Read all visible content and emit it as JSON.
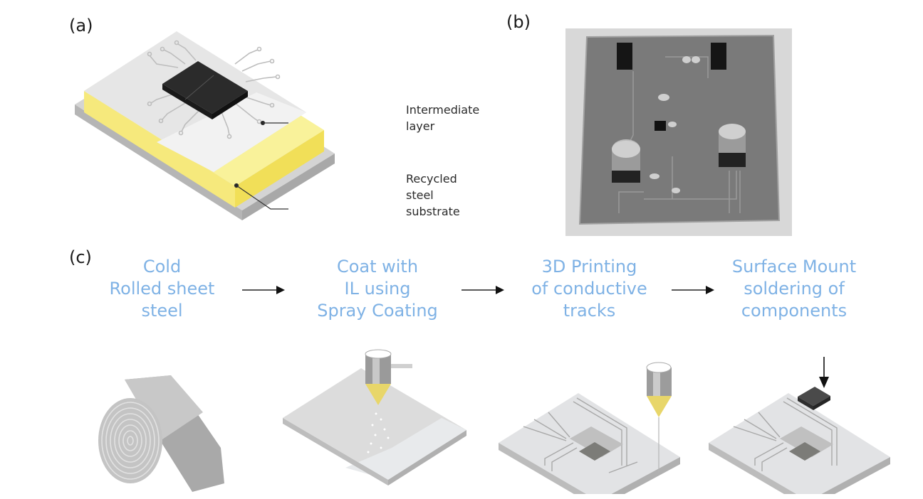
{
  "panels": {
    "a": {
      "label": "(a)",
      "callouts": {
        "intermediate": [
          "Intermediate",
          "layer"
        ],
        "substrate": [
          "Recycled",
          "steel",
          "substrate"
        ]
      },
      "colors": {
        "layer": "#f7ee86",
        "substrate": "#d2d2d2",
        "top": "#e9e9e9",
        "chip": "#2a2a2a"
      }
    },
    "b": {
      "label": "(b)",
      "photo_alt": "Photograph of fabricated circuit board on steel substrate"
    },
    "c": {
      "label": "(c)",
      "steps": [
        {
          "lines": [
            "Cold",
            "Rolled sheet",
            "steel"
          ],
          "illustration": "steel-coil"
        },
        {
          "lines": [
            "Coat with",
            "IL using",
            "Spray Coating"
          ],
          "illustration": "spray-coating"
        },
        {
          "lines": [
            "3D Printing",
            "of conductive",
            "tracks"
          ],
          "illustration": "track-printing"
        },
        {
          "lines": [
            "Surface Mount",
            "soldering of",
            "components"
          ],
          "illustration": "smd-soldering"
        }
      ],
      "colors": {
        "step_text": "#7fb2e5",
        "arrow": "#1a1a1a",
        "nozzle_tip": "#e8d66a"
      }
    }
  }
}
